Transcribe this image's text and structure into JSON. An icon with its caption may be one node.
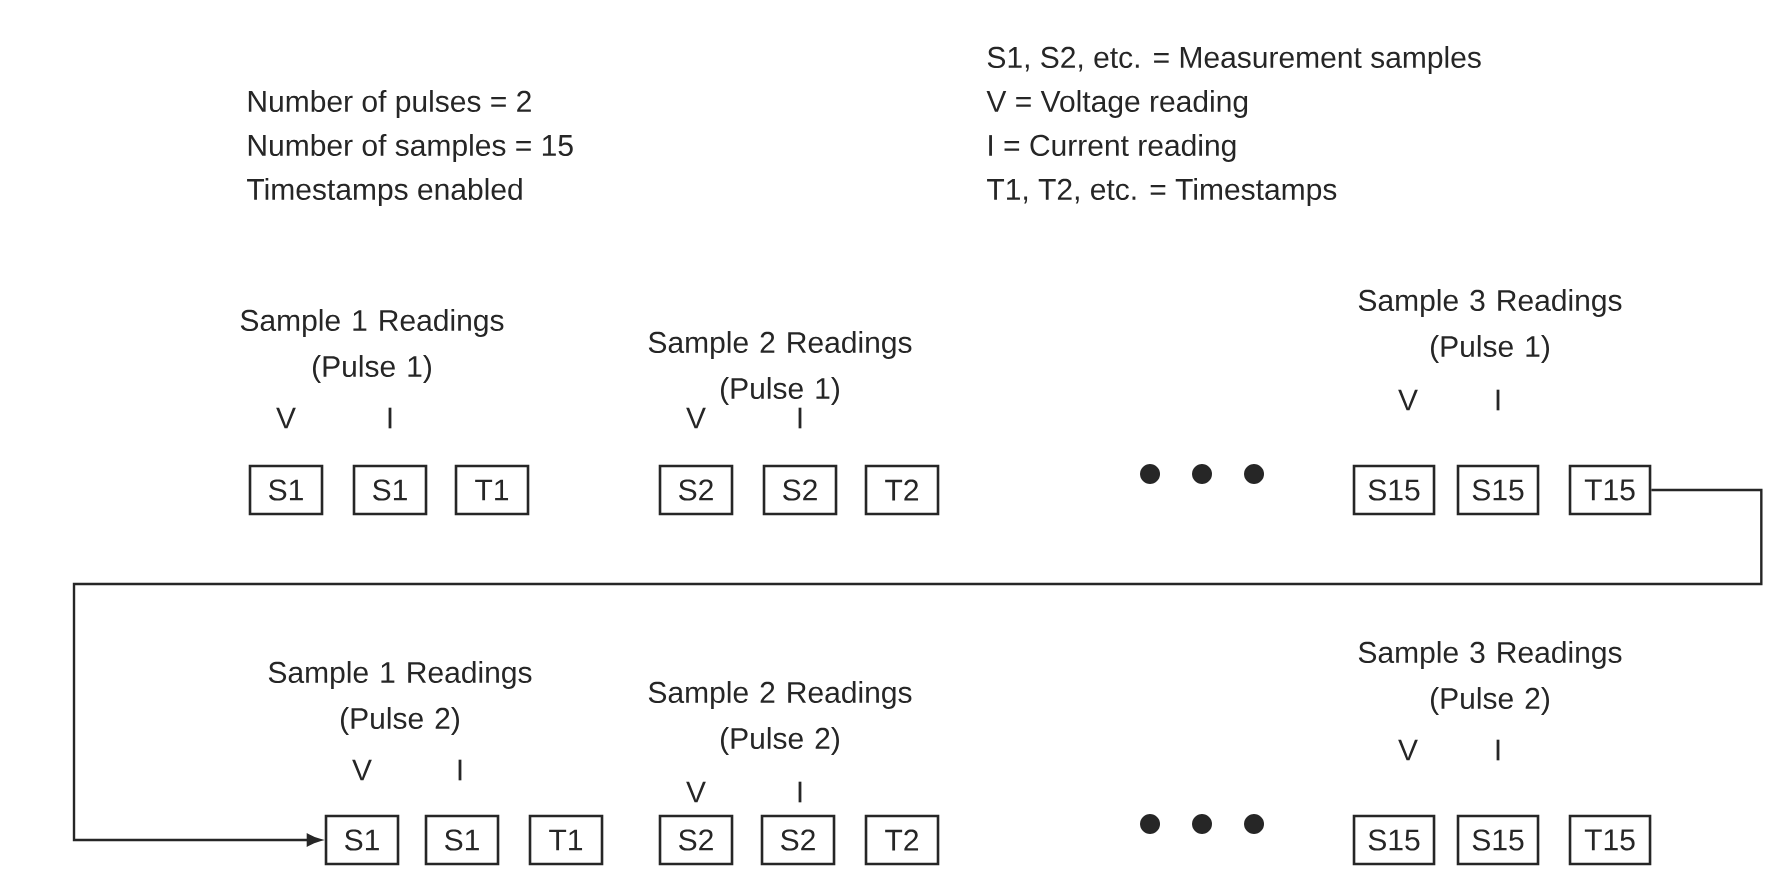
{
  "diagram": {
    "nodes": [
      {
        "text": [
          "S1"
        ]
      },
      {
        "text": [
          "S1"
        ]
      },
      {
        "text": [
          "T1"
        ]
      },
      {
        "text": [
          "S2"
        ]
      },
      {
        "text": [
          "S2"
        ]
      },
      {
        "text": [
          "T2"
        ]
      },
      {
        "text": [
          "S15"
        ]
      },
      {
        "text": [
          "S15"
        ]
      },
      {
        "text": [
          "T15"
        ]
      },
      {
        "text": [
          "S1"
        ]
      },
      {
        "text": [
          "S1"
        ]
      },
      {
        "text": [
          "T1"
        ]
      },
      {
        "text": [
          "S2"
        ]
      },
      {
        "text": [
          "S2"
        ]
      },
      {
        "text": [
          "T2"
        ]
      },
      {
        "text": [
          "S15"
        ]
      },
      {
        "text": [
          "S15"
        ]
      },
      {
        "text": [
          "T15"
        ]
      }
    ],
    "edges": [
      {
        "from": 8,
        "to": 9,
        "arrow": "to"
      }
    ],
    "labels": [
      "S1, S2, etc. = Measurement samples",
      "Number of pulses = 2",
      "V = Voltage reading",
      "Number of samples = 15",
      "I = Current reading",
      "Timestamps enabled",
      "T1, T2, etc. = Timestamps",
      "Sample 1 Readings (Pulse 1)",
      "Sample 2 Readings (Pulse 1)",
      "Sample 3 Readings (Pulse 1)",
      "V",
      "I",
      "V",
      "I",
      "V",
      "I",
      "Sample 1 Readings (Pulse 2)",
      "Sample 2 Readings (Pulse 2)",
      "Sample 3 Readings (Pulse 2)",
      "V",
      "I",
      "V",
      "I",
      "V",
      "I"
    ]
  }
}
